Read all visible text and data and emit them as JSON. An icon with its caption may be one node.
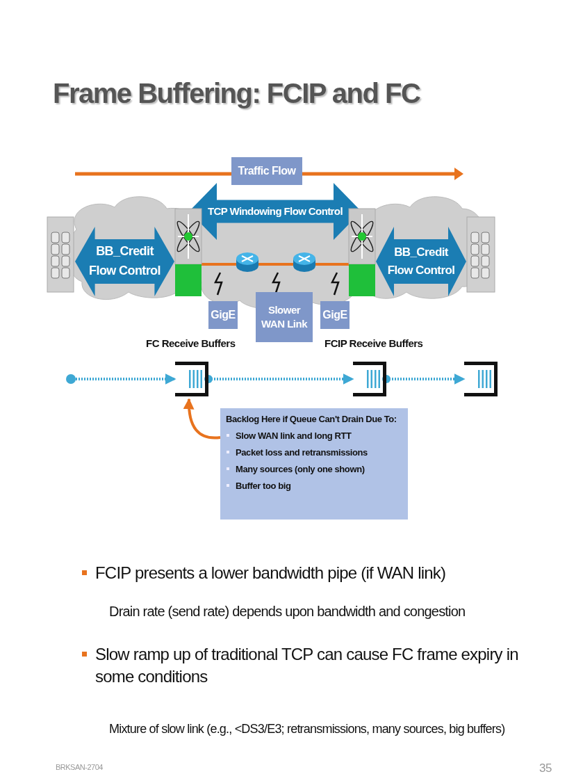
{
  "diagram": {
    "title": "Frame Buffering: FCIP and FC",
    "nodes": [
      {
        "text": [
          "Traffic Flow"
        ]
      },
      {
        "text": [
          "TCP Windowing Flow Control"
        ]
      },
      {
        "text": [],
        "shape": "picture"
      },
      {
        "text": [
          "BB_Credit Flow Control"
        ]
      },
      {
        "text": [],
        "shape": "picture"
      },
      {
        "text": [],
        "shape": "picture"
      },
      {
        "text": [],
        "shape": "picture"
      },
      {
        "text": [],
        "shape": "picture"
      },
      {
        "text": [
          "BB_Credit Flow Control"
        ]
      },
      {
        "text": [],
        "shape": "picture"
      },
      {
        "text": [
          "GigE"
        ]
      },
      {
        "text": [
          "Slower WAN Link"
        ]
      },
      {
        "text": [
          "GigE"
        ]
      },
      {
        "text": [],
        "shape": "circle"
      },
      {
        "text": [],
        "shape": "box"
      },
      {
        "text": [],
        "shape": "box"
      },
      {
        "text": [],
        "shape": "box"
      },
      {
        "text": [
          "Backlog Here if Queue Can't Drain Due To:",
          "Slow WAN link and long RTT",
          "Packet loss and retransmissions",
          "Many sources (only one shown)",
          "Buffer too big"
        ]
      }
    ],
    "edges": [
      {
        "from": 13,
        "to": 14,
        "arrow": "to",
        "style": "dashed",
        "color": "#3ea8d4"
      },
      {
        "from": 14,
        "to": 15,
        "arrow": "to",
        "style": "dashed",
        "color": "#3ea8d4"
      },
      {
        "from": 15,
        "to": 16,
        "arrow": "to",
        "style": "dashed",
        "color": "#3ea8d4"
      },
      {
        "from": 4,
        "to": 5,
        "arrow": "none"
      },
      {
        "from": 5,
        "to": 6,
        "arrow": "none"
      },
      {
        "from": 6,
        "to": 7,
        "arrow": "none"
      },
      {
        "from": 17,
        "to": 14,
        "arrow": "to"
      }
    ],
    "labels": [
      "FC Receive Buffers",
      "FCIP Receive Buffers",
      "FCIP presents a lower bandwidth pipe (if WAN link)",
      "Drain rate (send rate) depends upon bandwidth and congestion",
      "Slow ramp up of traditional TCP can cause FC frame expiry in some conditions",
      "Mixture of slow link (e.g., <DS3/E3; retransmissions, many sources, big buffers)",
      "BRKSAN-2704",
      "35"
    ]
  }
}
